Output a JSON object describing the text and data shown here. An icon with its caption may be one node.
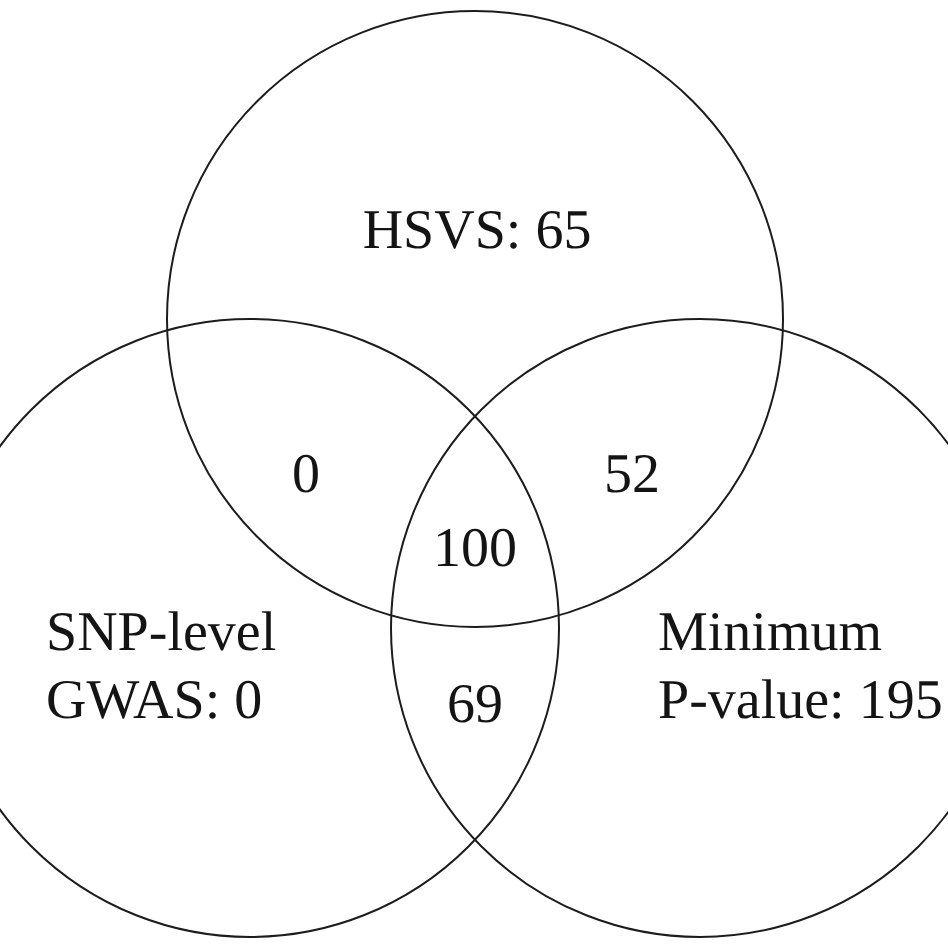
{
  "diagram": {
    "nodes": [
      {
        "text": [
          "HSVS: 65"
        ]
      },
      {
        "text": [
          "SNP-level GWAS: 0"
        ]
      },
      {
        "text": [
          "Minimum P-value: 195"
        ]
      }
    ],
    "edges": [],
    "labels": [
      "0",
      "52",
      "100",
      "69"
    ]
  }
}
